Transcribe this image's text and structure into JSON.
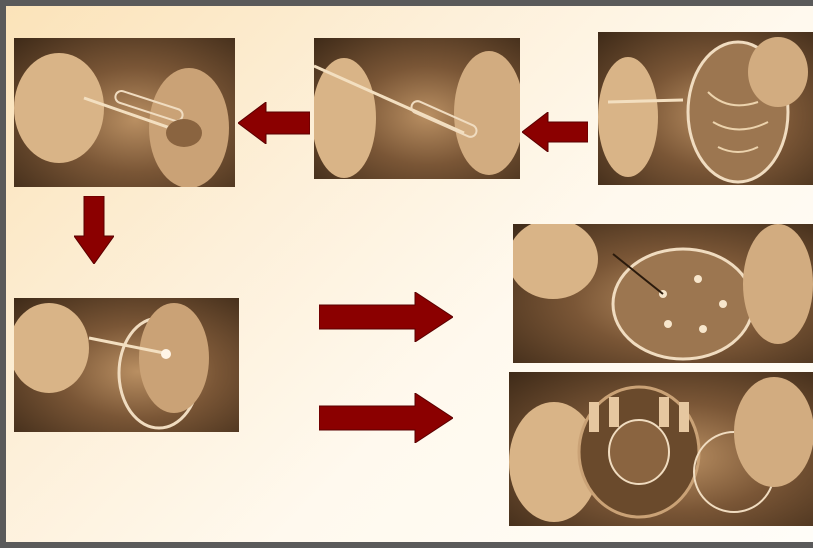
{
  "colors": {
    "arrow": "#8b0000",
    "arrow_stroke": "#5a0000",
    "sepia_light": "#e9c9a0",
    "sepia_mid": "#b98f62",
    "sepia_dark": "#3e2a18"
  },
  "photos": [
    {
      "name": "photo-streaked-petri-dish",
      "icon": "petri-dish-streak-icon"
    },
    {
      "name": "photo-inoculating-test-tube",
      "icon": "test-tube-icon"
    },
    {
      "name": "photo-mixing-broth-tube",
      "icon": "test-tube-icon"
    },
    {
      "name": "photo-swabbing-plate",
      "icon": "swab-icon"
    },
    {
      "name": "photo-placing-antibiotic-disks",
      "icon": "disk-plate-icon"
    },
    {
      "name": "photo-disk-dispenser",
      "icon": "dispenser-icon"
    }
  ],
  "arrows": [
    {
      "name": "arrow-left-1",
      "direction": "left"
    },
    {
      "name": "arrow-left-2",
      "direction": "left"
    },
    {
      "name": "arrow-down",
      "direction": "down"
    },
    {
      "name": "arrow-right-1",
      "direction": "right"
    },
    {
      "name": "arrow-right-2",
      "direction": "right"
    }
  ]
}
